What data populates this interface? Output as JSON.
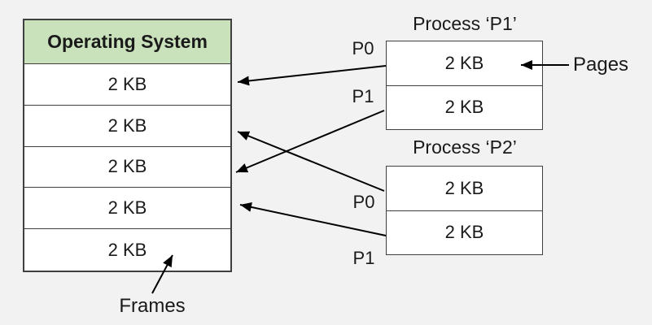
{
  "os_table": {
    "header": "Operating System",
    "frames": [
      "2 KB",
      "2 KB",
      "2 KB",
      "2 KB",
      "2 KB"
    ]
  },
  "processes": [
    {
      "title": "Process ‘P1’",
      "page_labels": [
        "P0",
        "P1"
      ],
      "pages": [
        "2 KB",
        "2 KB"
      ]
    },
    {
      "title": "Process ‘P2’",
      "page_labels": [
        "P0",
        "P1"
      ],
      "pages": [
        "2 KB",
        "2 KB"
      ]
    }
  ],
  "annotations": {
    "pages": "Pages",
    "frames": "Frames"
  },
  "mappings": [
    {
      "from": "P1.P0",
      "to": "frame-1"
    },
    {
      "from": "P1.P1",
      "to": "frame-3"
    },
    {
      "from": "P2.P0",
      "to": "frame-2"
    },
    {
      "from": "P2.P1",
      "to": "frame-4"
    }
  ],
  "colors": {
    "background": "#f2f2f2",
    "os_header_fill": "#c9e2bb",
    "box_fill": "#ffffff",
    "border": "#3f3f3f",
    "arrow": "#000000",
    "text": "#1a1a1a"
  }
}
